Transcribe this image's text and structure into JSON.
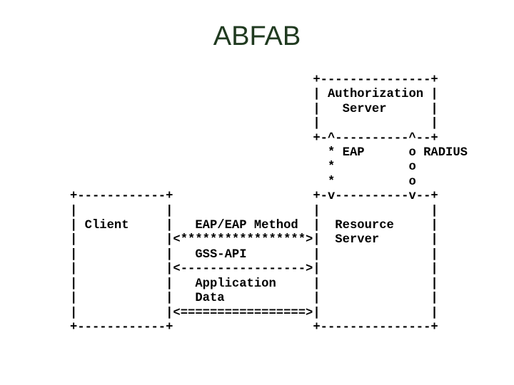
{
  "slide": {
    "title": "ABFAB",
    "title_color": "#203a20",
    "background_color": "#ffffff",
    "diagram_text_color": "#000000"
  },
  "diagram": {
    "kind": "ascii-architecture-diagram",
    "nodes": [
      {
        "name": "Authorization Server",
        "label_line1": "Authorization",
        "label_line2": "Server"
      },
      {
        "name": "Client",
        "label_line1": "Client"
      },
      {
        "name": "Resource Server",
        "label_line1": "Resource",
        "label_line2": "Server"
      }
    ],
    "links": [
      {
        "from": "Resource Server",
        "to": "Authorization Server",
        "label": "EAP",
        "line_style": "asterisk-vertical"
      },
      {
        "from": "Resource Server",
        "to": "Authorization Server",
        "label": "RADIUS",
        "line_style": "circle-vertical"
      },
      {
        "from": "Client",
        "to": "Resource Server",
        "label": "EAP/EAP Method",
        "line_style": "asterisk-double-arrow"
      },
      {
        "from": "Client",
        "to": "Resource Server",
        "label": "GSS-API",
        "line_style": "dashed-double-arrow"
      },
      {
        "from": "Client",
        "to": "Resource Server",
        "label": "Application Data",
        "line_style": "double-line-double-arrow"
      }
    ],
    "ascii_lines": [
      "                                 +---------------+",
      "                                 | Authorization |",
      "                                 |   Server      |",
      "                                 |               |",
      "                                 +-^----------^--+",
      "                                   * EAP      o RADIUS",
      "                                   *          o",
      "                                   *          o",
      "+------------+                   +-v----------v--+",
      "|            |                   |               |",
      "| Client     |   EAP/EAP Method  |  Resource     |",
      "|            |<*****************>|  Server       |",
      "|            |   GSS-API         |               |",
      "|            |<----------------->|               |",
      "|            |   Application     |               |",
      "|            |   Data            |               |",
      "|            |<=================>|               |",
      "+------------+                   +---------------+"
    ]
  }
}
